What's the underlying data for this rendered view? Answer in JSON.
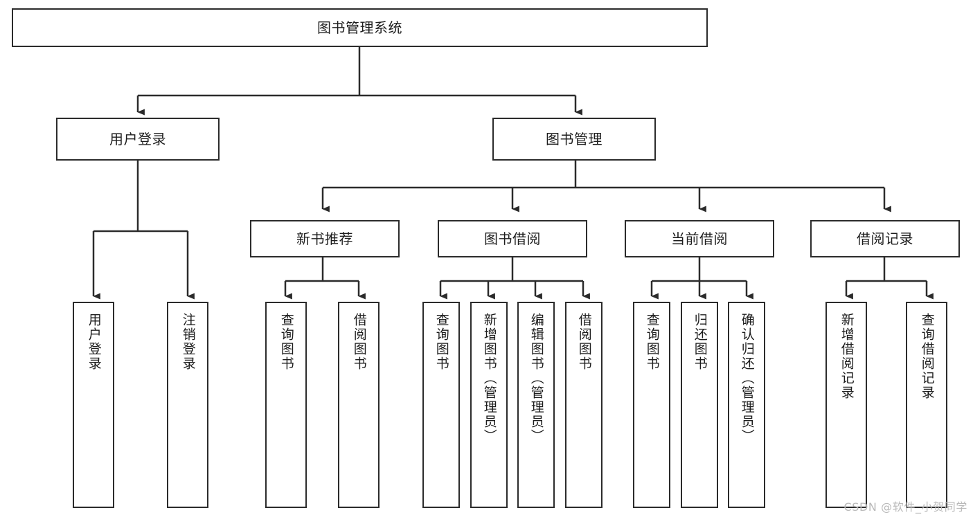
{
  "diagram": {
    "type": "tree-hierarchy-chart",
    "title": "图书管理系统",
    "watermark": "CSDN @软件_小贺同学",
    "colors": {
      "stroke": "#2b2b2b",
      "fill": "#ffffff",
      "text": "#1d1d1d",
      "watermark": "#b9b9b9",
      "background": "#ffffff"
    },
    "levels": [
      {
        "level": 1,
        "nodes": [
          {
            "id": "root",
            "label": "图书管理系统",
            "orientation": "horizontal"
          }
        ]
      },
      {
        "level": 2,
        "nodes": [
          {
            "id": "user-login",
            "label": "用户登录",
            "orientation": "horizontal",
            "parent": "root"
          },
          {
            "id": "book-manage",
            "label": "图书管理",
            "orientation": "horizontal",
            "parent": "root"
          }
        ]
      },
      {
        "level": 3,
        "nodes": [
          {
            "id": "new-book-recommend",
            "label": "新书推荐",
            "orientation": "horizontal",
            "parent": "book-manage"
          },
          {
            "id": "book-borrow",
            "label": "图书借阅",
            "orientation": "horizontal",
            "parent": "book-manage"
          },
          {
            "id": "current-borrow",
            "label": "当前借阅",
            "orientation": "horizontal",
            "parent": "book-manage"
          },
          {
            "id": "borrow-record",
            "label": "借阅记录",
            "orientation": "horizontal",
            "parent": "book-manage"
          }
        ]
      },
      {
        "level": 4,
        "nodes": [
          {
            "id": "leaf-user-login",
            "label": "用户登录",
            "orientation": "vertical",
            "parent": "user-login"
          },
          {
            "id": "leaf-logout-login",
            "label": "注销登录",
            "orientation": "vertical",
            "parent": "user-login"
          },
          {
            "id": "leaf-query-book-1",
            "label": "查询图书",
            "orientation": "vertical",
            "parent": "new-book-recommend"
          },
          {
            "id": "leaf-borrow-book-1",
            "label": "借阅图书",
            "orientation": "vertical",
            "parent": "new-book-recommend"
          },
          {
            "id": "leaf-query-book-2",
            "label": "查询图书",
            "orientation": "vertical",
            "parent": "book-borrow"
          },
          {
            "id": "leaf-add-book",
            "label": "新增图书（管理员）",
            "orientation": "vertical",
            "parent": "book-borrow"
          },
          {
            "id": "leaf-edit-book",
            "label": "编辑图书（管理员）",
            "orientation": "vertical",
            "parent": "book-borrow"
          },
          {
            "id": "leaf-borrow-book-2",
            "label": "借阅图书",
            "orientation": "vertical",
            "parent": "book-borrow"
          },
          {
            "id": "leaf-query-book-3",
            "label": "查询图书",
            "orientation": "vertical",
            "parent": "current-borrow"
          },
          {
            "id": "leaf-return-book",
            "label": "归还图书",
            "orientation": "vertical",
            "parent": "current-borrow"
          },
          {
            "id": "leaf-confirm-return",
            "label": "确认归还（管理员）",
            "orientation": "vertical",
            "parent": "current-borrow"
          },
          {
            "id": "leaf-add-record",
            "label": "新增借阅记录",
            "orientation": "vertical",
            "parent": "borrow-record"
          },
          {
            "id": "leaf-query-record",
            "label": "查询借阅记录",
            "orientation": "vertical",
            "parent": "borrow-record"
          }
        ]
      }
    ]
  }
}
